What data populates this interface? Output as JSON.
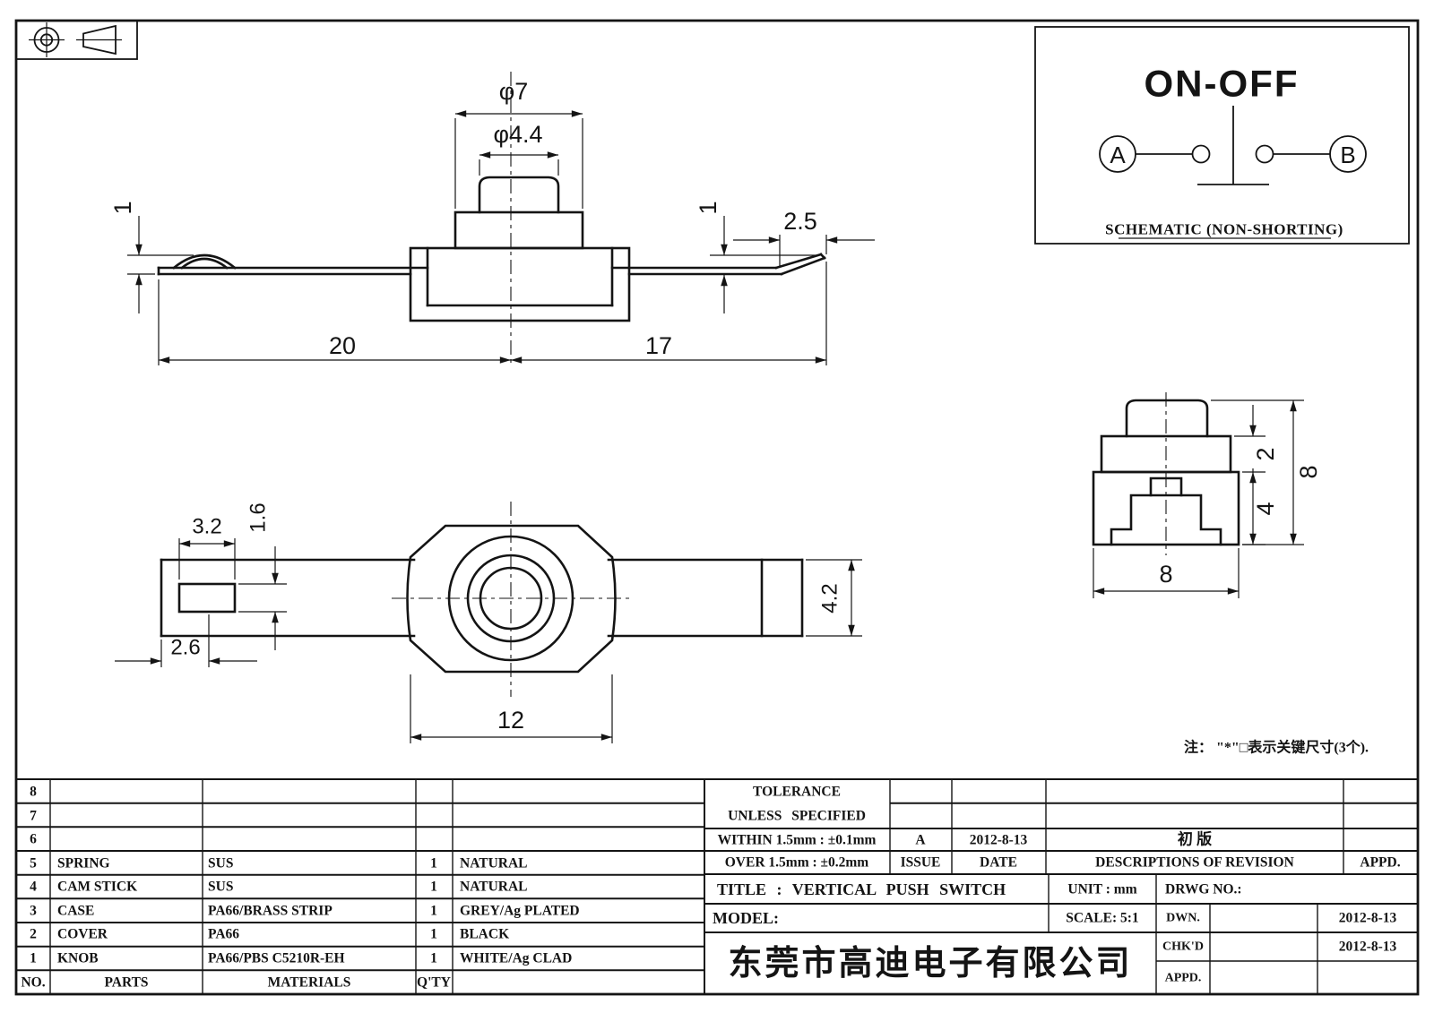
{
  "drawing": {
    "schematic": {
      "title": "ON-OFF",
      "terminal_a": "A",
      "terminal_b": "B",
      "caption": "SCHEMATIC (NON-SHORTING)"
    },
    "front_view": {
      "dia_outer": "φ7",
      "dia_knob": "φ4.4",
      "bump_height": "1",
      "tip_height": "1",
      "tip_length": "2.5",
      "length_left": "20",
      "length_right": "17"
    },
    "bottom_view": {
      "slot_width": "3.2",
      "slot_height": "1.6",
      "slot_offset": "2.6",
      "body_width": "12",
      "strip_width": "4.2"
    },
    "side_view": {
      "cover_height": "2",
      "case_height": "4",
      "total_height": "8",
      "width": "8"
    },
    "note": "注： \"*\"□表示关键尺寸(3个)."
  },
  "parts_table": {
    "headers": {
      "no": "NO.",
      "parts": "PARTS",
      "materials": "MATERIALS",
      "qty": "Q'TY",
      "finish": ""
    },
    "rows": [
      {
        "no": "8",
        "part": "",
        "material": "",
        "qty": "",
        "finish": ""
      },
      {
        "no": "7",
        "part": "",
        "material": "",
        "qty": "",
        "finish": ""
      },
      {
        "no": "6",
        "part": "",
        "material": "",
        "qty": "",
        "finish": ""
      },
      {
        "no": "5",
        "part": "SPRING",
        "material": "SUS",
        "qty": "1",
        "finish": "NATURAL"
      },
      {
        "no": "4",
        "part": "CAM STICK",
        "material": "SUS",
        "qty": "1",
        "finish": "NATURAL"
      },
      {
        "no": "3",
        "part": "CASE",
        "material": "PA66/BRASS STRIP",
        "qty": "1",
        "finish": "GREY/Ag PLATED"
      },
      {
        "no": "2",
        "part": "COVER",
        "material": "PA66",
        "qty": "1",
        "finish": "BLACK"
      },
      {
        "no": "1",
        "part": "KNOB",
        "material": "PA66/PBS C5210R-EH",
        "qty": "1",
        "finish": "WHITE/Ag CLAD"
      }
    ]
  },
  "title_block": {
    "tolerance_line1": "TOLERANCE",
    "tolerance_line2": "UNLESS SPECIFIED",
    "tolerance_within": "WITHIN 1.5mm : ±0.1mm",
    "tolerance_over": "OVER 1.5mm : ±0.2mm",
    "revision": {
      "issue_value": "A",
      "date_value": "2012-8-13",
      "description_value": "初 版",
      "issue_label": "ISSUE",
      "date_label": "DATE",
      "description_label": "DESCRIPTIONS OF REVISION",
      "appd_label": "APPD."
    },
    "title_text": "TITLE :  VERTICAL PUSH SWITCH",
    "unit_text": "UNIT :  mm",
    "drwg_no_label": "DRWG NO.:",
    "model_label": "MODEL:",
    "scale_text": "SCALE:  5:1",
    "company": "东莞市高迪电子有限公司",
    "dwn_label": "DWN.",
    "dwn_date": "2012-8-13",
    "chkd_label": "CHK'D",
    "chkd_date": "2012-8-13",
    "appd_label": "APPD."
  }
}
